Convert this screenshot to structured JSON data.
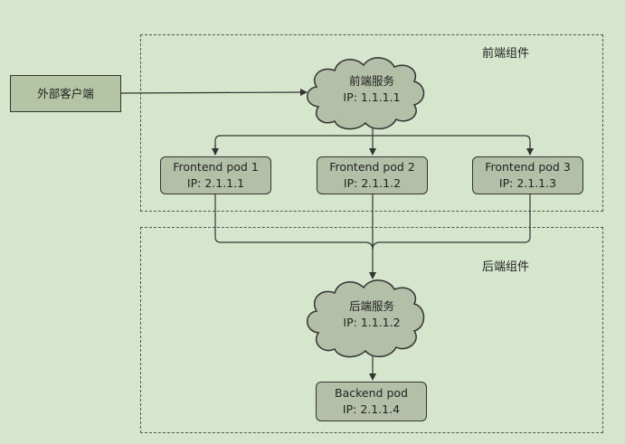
{
  "groups": {
    "frontend": {
      "label": "前端组件"
    },
    "backend": {
      "label": "后端组件"
    }
  },
  "client": {
    "label": "外部客户端"
  },
  "frontend_service": {
    "name": "前端服务",
    "ip": "IP: 1.1.1.1"
  },
  "pods": [
    {
      "name": "Frontend pod 1",
      "ip": "IP: 2.1.1.1"
    },
    {
      "name": "Frontend pod 2",
      "ip": "IP: 2.1.1.2"
    },
    {
      "name": "Frontend pod 3",
      "ip": "IP: 2.1.1.3"
    }
  ],
  "backend_service": {
    "name": "后端服务",
    "ip": "IP: 1.1.1.2"
  },
  "backend_pod": {
    "name": "Backend pod",
    "ip": "IP: 2.1.1.4"
  },
  "colors": {
    "background": "#d5e6cd",
    "node_fill": "#b4bfa8",
    "stroke": "#333333"
  }
}
